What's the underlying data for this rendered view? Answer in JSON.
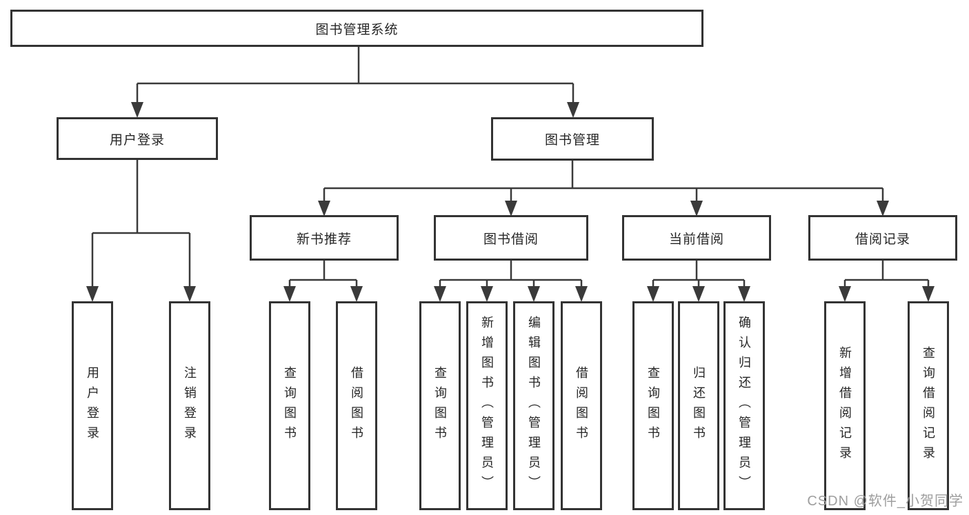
{
  "nodes": {
    "root": {
      "label": "图书管理系统"
    },
    "level2": [
      {
        "label": "用户登录"
      },
      {
        "label": "图书管理"
      }
    ],
    "level3": [
      {
        "label": "新书推荐"
      },
      {
        "label": "图书借阅"
      },
      {
        "label": "当前借阅"
      },
      {
        "label": "借阅记录"
      }
    ],
    "leaves": {
      "user_login": [
        {
          "label": "用户登录"
        },
        {
          "label": "注销登录"
        }
      ],
      "new_books": [
        {
          "label": "查询图书"
        },
        {
          "label": "借阅图书"
        }
      ],
      "book_borrow": [
        {
          "label": "查询图书"
        },
        {
          "label": "新增图书（管理员）"
        },
        {
          "label": "编辑图书（管理员）"
        },
        {
          "label": "借阅图书"
        }
      ],
      "current_borrow": [
        {
          "label": "查询图书"
        },
        {
          "label": "归还图书"
        },
        {
          "label": "确认归还（管理员）"
        }
      ],
      "records": [
        {
          "label": "新增借阅记录"
        },
        {
          "label": "查询借阅记录"
        }
      ]
    }
  },
  "watermark": {
    "text": "CSDN @软件_小贺同学"
  },
  "colors": {
    "line": "#3a3a3a",
    "box_border": "#333333",
    "box_fill": "#ffffff",
    "text": "#262626",
    "watermark": "#9e9e9e",
    "background": "#ffffff"
  }
}
